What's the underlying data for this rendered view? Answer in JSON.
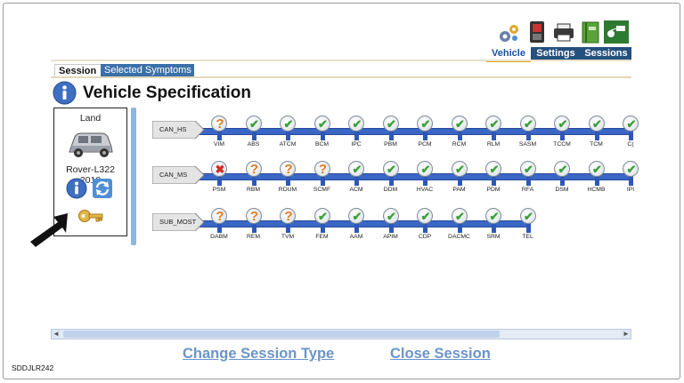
{
  "ribbon_icons": [
    "gear-cluster-icon",
    "phone-device-icon",
    "printer-icon",
    "notebook-icon",
    "network-tree-icon"
  ],
  "top_tabs": [
    {
      "label": "Vehicle",
      "active": true
    },
    {
      "label": "Settings",
      "active": false
    },
    {
      "label": "Sessions",
      "active": false
    }
  ],
  "session_tabs": [
    {
      "label": "Session",
      "active": true
    },
    {
      "label": "Selected Symptoms",
      "active": false
    }
  ],
  "page_title": "Vehicle Specification",
  "vehicle": {
    "make_line": "Land",
    "model_line": "Rover-L322 2010"
  },
  "buses": [
    {
      "name": "CAN_HS",
      "nodes": [
        {
          "label": "VIM",
          "status": "unknown"
        },
        {
          "label": "ABS",
          "status": "ok"
        },
        {
          "label": "ATCM",
          "status": "ok"
        },
        {
          "label": "BCM",
          "status": "ok"
        },
        {
          "label": "IPC",
          "status": "ok"
        },
        {
          "label": "PBM",
          "status": "ok"
        },
        {
          "label": "PCM",
          "status": "ok"
        },
        {
          "label": "RCM",
          "status": "ok"
        },
        {
          "label": "RLM",
          "status": "ok"
        },
        {
          "label": "SASM",
          "status": "ok"
        },
        {
          "label": "TCCM",
          "status": "ok"
        },
        {
          "label": "TCM",
          "status": "ok"
        },
        {
          "label": "C(",
          "status": "ok"
        }
      ]
    },
    {
      "name": "CAN_MS",
      "nodes": [
        {
          "label": "PSM",
          "status": "fault"
        },
        {
          "label": "RBM",
          "status": "unknown"
        },
        {
          "label": "RDUM",
          "status": "unknown"
        },
        {
          "label": "SCMF",
          "status": "unknown"
        },
        {
          "label": "ACM",
          "status": "ok"
        },
        {
          "label": "DDM",
          "status": "ok"
        },
        {
          "label": "HVAC",
          "status": "ok"
        },
        {
          "label": "PAM",
          "status": "ok"
        },
        {
          "label": "PDM",
          "status": "ok"
        },
        {
          "label": "RFA",
          "status": "ok"
        },
        {
          "label": "DSM",
          "status": "ok"
        },
        {
          "label": "HCMB",
          "status": "ok"
        },
        {
          "label": "IPI",
          "status": "ok"
        }
      ]
    },
    {
      "name": "SUB_MOST",
      "nodes": [
        {
          "label": "DABM",
          "status": "unknown"
        },
        {
          "label": "REM",
          "status": "unknown"
        },
        {
          "label": "TVM",
          "status": "unknown"
        },
        {
          "label": "FEM",
          "status": "ok"
        },
        {
          "label": "AAM",
          "status": "ok"
        },
        {
          "label": "APIM",
          "status": "ok"
        },
        {
          "label": "CDP",
          "status": "ok"
        },
        {
          "label": "DACMC",
          "status": "ok"
        },
        {
          "label": "SRM",
          "status": "ok"
        },
        {
          "label": "TEL",
          "status": "ok"
        }
      ]
    }
  ],
  "status_marks": {
    "ok": "✔",
    "unknown": "?",
    "fault": "✖"
  },
  "status_colors": {
    "ok": "#3aa13a",
    "unknown": "#e07a1e",
    "fault": "#cc2a2a"
  },
  "links": {
    "change_session": "Change Session Type",
    "close_session": "Close Session"
  },
  "caption": "SDDJLR242"
}
